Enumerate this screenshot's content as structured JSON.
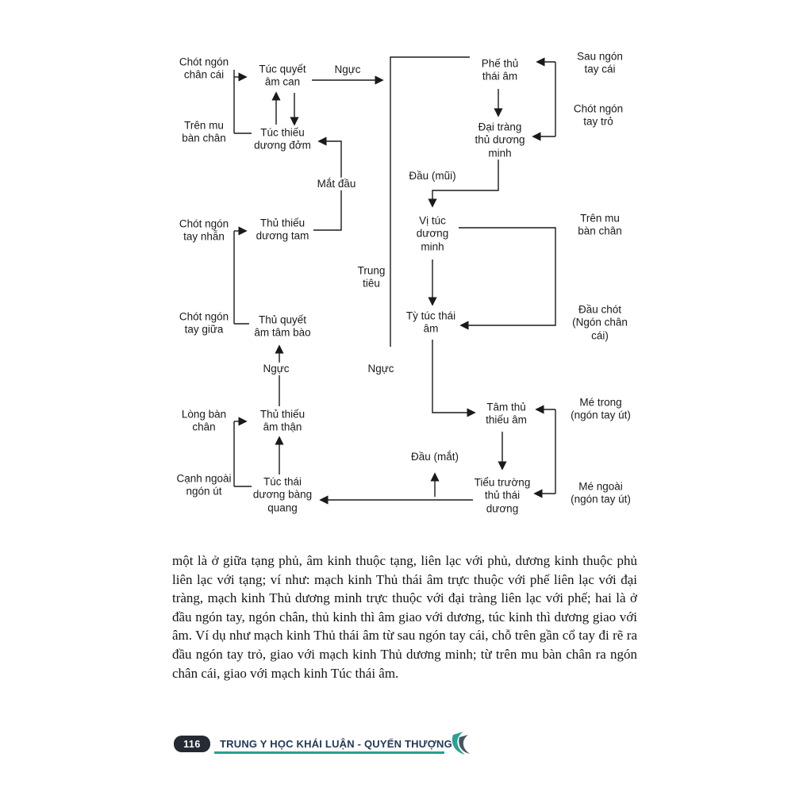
{
  "diagram": {
    "nodes": {
      "chot_ngon_chan_cai": "Chót ngón\nchân cái",
      "tren_mu_ban_chan": "Trên mu\nbàn chân",
      "tuc_quyet_am_can": "Túc quyết\nâm can",
      "tuc_thieu_duong_dom": "Túc thiếu\ndương đởm",
      "phe_thu_thai_am": "Phế thủ\nthái âm",
      "sau_ngon_tay_cai": "Sau ngón\ntay cái",
      "chot_ngon_tay_tro": "Chót ngón\ntay trỏ",
      "dai_trang_thu_duong_minh": "Đại tràng\nthủ dương\nminh",
      "chot_ngon_tay_nhan": "Chót ngón\ntay nhẫn",
      "thu_thieu_duong_tam": "Thủ thiếu\ndương tam",
      "vi_tuc_duong_minh": "Vị túc\ndương\nminh",
      "tren_mu_ban_chan_2": "Trên mu\nbàn chân",
      "chot_ngon_tay_giua": "Chót ngón\ntay giữa",
      "thu_quyet_am_tam_bao": "Thủ quyết\nâm tâm bào",
      "ty_tuc_thai_am": "Tỳ túc thái\nâm",
      "dau_chot_ngon_chan_cai": "Đầu chót\n(Ngón chân\ncái)",
      "long_ban_chan": "Lòng bàn\nchân",
      "thu_thieu_am_than": "Thủ thiếu\nâm thận",
      "tam_thu_thieu_am": "Tâm thủ\nthiếu âm",
      "me_trong_ngon_tay_ut": "Mé trong\n(ngón tay út)",
      "canh_ngoai_ngon_ut": "Cạnh ngoài\nngón út",
      "tuc_thai_duong_bang_quang": "Túc thái\ndương bàng\nquang",
      "tieu_truong_thu_thai_duong": "Tiểu trường\nthủ thái\ndương",
      "me_ngoai_ngon_tay_ut": "Mé ngoài\n(ngón tay út)"
    },
    "labels": {
      "nguc_top": "Ngực",
      "mat_dau": "Mắt đầu",
      "dau_mui": "Đầu (mũi)",
      "trung_tieu": "Trung\ntiêu",
      "nguc_left": "Ngực",
      "nguc_mid": "Ngực",
      "dau_mat": "Đầu (mắt)"
    }
  },
  "paragraph": "một là ở giữa tạng phủ, âm kinh thuộc tạng, liên lạc với phủ, dương kinh thuộc phủ liên lạc với tạng; ví như: mạch kinh Thủ thái âm trực thuộc với phế liên lạc với đại tràng, mạch kinh Thủ dương minh trực thuộc với đại tràng liên lạc với phế; hai là ở đầu ngón tay, ngón chân, thủ kinh thì âm giao với dương, túc kinh thì dương giao với âm. Ví dụ như mạch kinh Thủ thái âm từ sau ngón tay cái, chỗ trên gần cổ tay đi rẽ ra đầu ngón tay trỏ, giao với mạch kinh Thủ dương minh; từ trên mu bàn chân ra ngón chân cái, giao với mạch kinh Túc thái âm.",
  "footer": {
    "page_number": "116",
    "book_title": "TRUNG Y HỌC KHÁI LUẬN - QUYỂN THƯỢNG"
  }
}
